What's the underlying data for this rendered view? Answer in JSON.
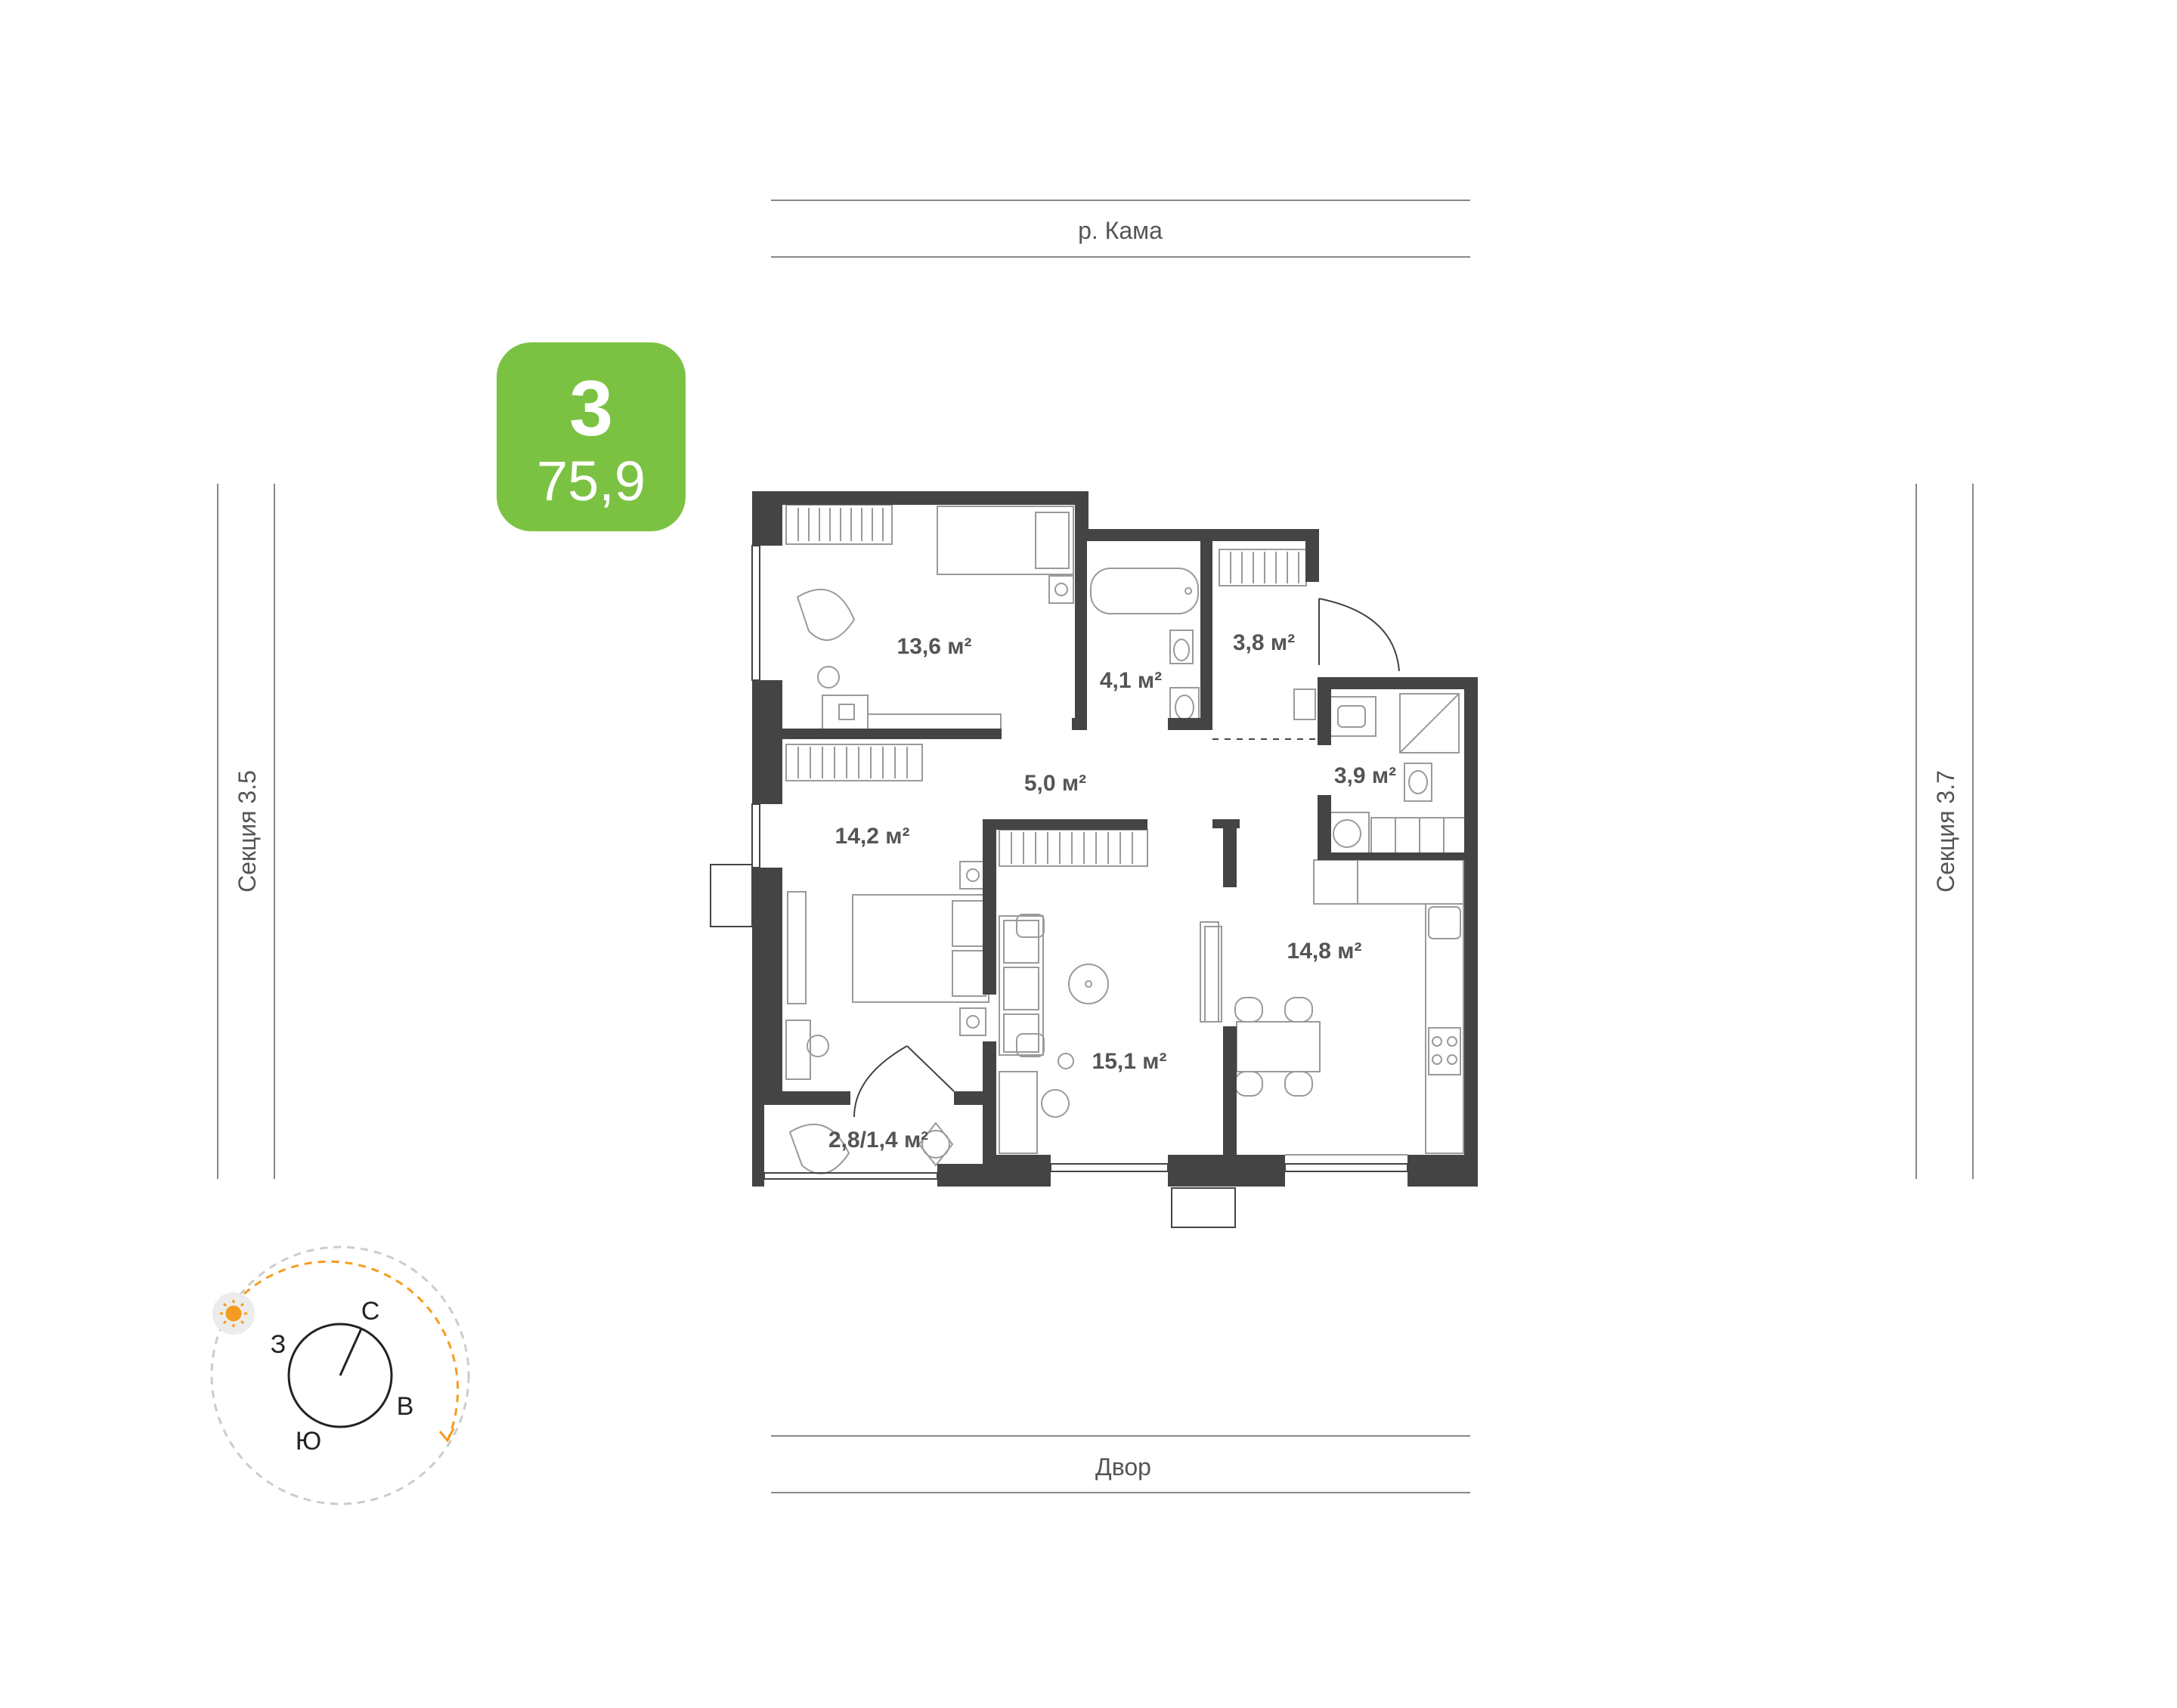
{
  "context": {
    "top": "р. Кама",
    "bottom": "Двор",
    "left": "Секция 3.5",
    "right": "Секция 3.7"
  },
  "badge": {
    "rooms": "3",
    "area": "75,9",
    "color": "#7BC242"
  },
  "rooms": {
    "bedroom_top": "13,6 м²",
    "bathroom": "4,1 м²",
    "wardrobe": "3,8 м²",
    "hall": "5,0 м²",
    "shower": "3,9 м²",
    "bedroom_left": "14,2 м²",
    "living": "15,1 м²",
    "kitchen": "14,8 м²",
    "balcony": "2,8/1,4 м²"
  },
  "compass": {
    "north": "С",
    "east": "В",
    "south": "Ю",
    "west": "З",
    "sun_icon": "sun-icon",
    "sun_color": "#F39C1F"
  },
  "colors": {
    "wall": "#444444",
    "furniture": "#9A9A9A",
    "text": "#555555",
    "frame": "#888888"
  }
}
